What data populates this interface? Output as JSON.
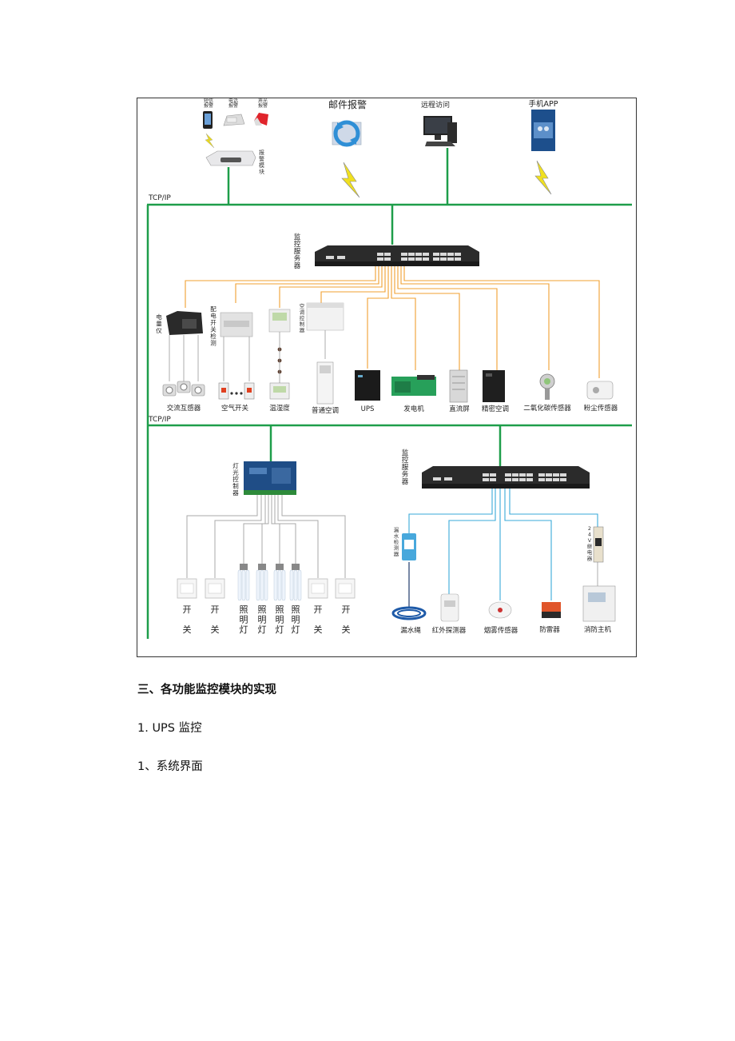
{
  "diagram": {
    "top": {
      "sms_alarm": "短信\n报警",
      "phone_alarm": "电话\n报警",
      "sound_light_alarm": "声光\n报警",
      "alarm_module": "报\n警\n模\n块",
      "email_alarm": "邮件报警",
      "remote_access": "远程访问",
      "mobile_app": "手机APP"
    },
    "bus": {
      "tcpip_top": "TCP/IP",
      "tcpip_bottom": "TCP/IP"
    },
    "server1": {
      "label": "监\n控\n服\n务\n器"
    },
    "devices_row1": {
      "power_meter": "电\n量\n仪",
      "switch_detect": "配\n电\n开\n关\n检\n测",
      "ac_controller": "空\n调\n控\n制\n器",
      "ac_transformer": "交流互感器",
      "air_switch": "空气开关",
      "temp_humidity": "温湿度",
      "normal_ac": "普通空调",
      "ups": "UPS",
      "generator": "发电机",
      "dc_panel": "直流屏",
      "precision_ac": "精密空调",
      "co2_sensor": "二氧化碳传感器",
      "dust_sensor": "粉尘传感器"
    },
    "lighting": {
      "controller": "灯\n光\n控\n制\n器",
      "switch_label": "开\n\n关",
      "lamp_label": "照\n明\n灯"
    },
    "server2": {
      "label": "监\n控\n服\n务\n器"
    },
    "devices_row2": {
      "leak_detector": "漏\n水\n检\n测\n器",
      "relay_24v": "2\n4\nV\n继\n电\n器",
      "leak_rope": "漏水绳",
      "infrared": "红外探测器",
      "smoke": "烟雾传感器",
      "lightning": "防雷器",
      "fire_host": "消防主机"
    }
  },
  "document": {
    "section_heading": "三、各功能监控模块的实现",
    "subsection": "1. UPS 监控",
    "item": "1、系统界面"
  },
  "colors": {
    "bus_green": "#1e9e4a",
    "orange_wire": "#f0a030",
    "blue_wire": "#39a9d8",
    "gray_wire": "#999999",
    "lightning_yellow": "#f0e020"
  }
}
